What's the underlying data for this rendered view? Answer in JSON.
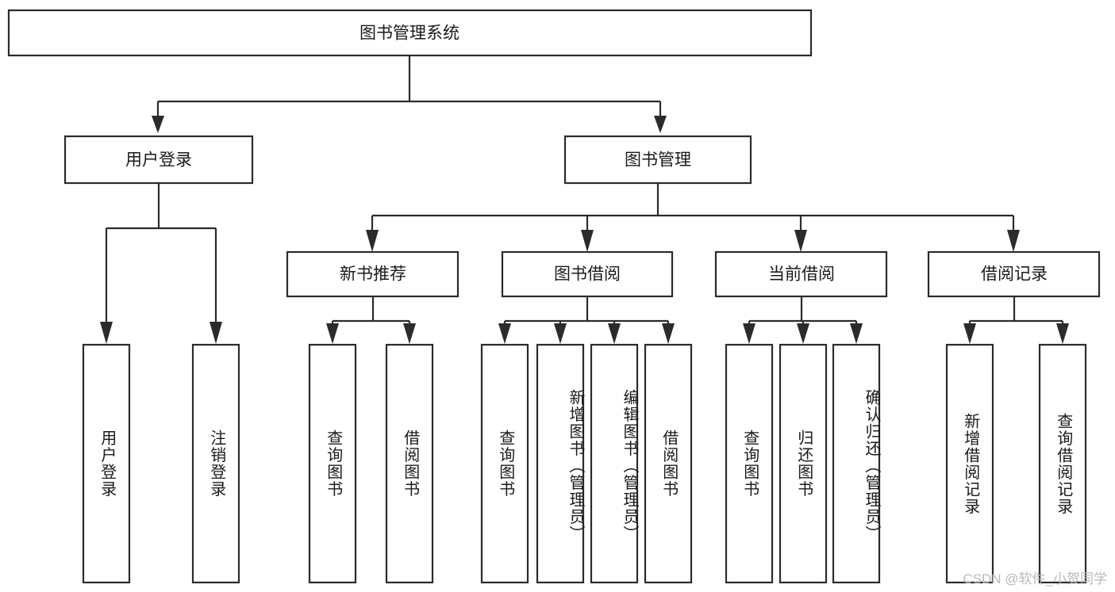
{
  "diagram": {
    "type": "tree-hierarchy",
    "title": "图书管理系统",
    "watermark": "CSDN @软件_小贺同学",
    "colors": {
      "box_stroke": "#2b2b2b",
      "box_fill": "#ffffff",
      "connector": "#2b2b2b",
      "text": "#1a1a1a",
      "watermark": "#b9b9b9",
      "background": "#ffffff"
    },
    "levels": {
      "root": {
        "label": "图书管理系统"
      },
      "level1": [
        {
          "id": "user-login",
          "label": "用户登录"
        },
        {
          "id": "book-management",
          "label": "图书管理"
        }
      ],
      "level2": [
        {
          "id": "new-book-recommend",
          "label": "新书推荐",
          "parent": "book-management"
        },
        {
          "id": "book-borrow",
          "label": "图书借阅",
          "parent": "book-management"
        },
        {
          "id": "current-borrow",
          "label": "当前借阅",
          "parent": "book-management"
        },
        {
          "id": "borrow-record",
          "label": "借阅记录",
          "parent": "book-management"
        }
      ],
      "leaves": [
        {
          "id": "leaf-user-login",
          "label": "用户登录",
          "parent": "user-login"
        },
        {
          "id": "leaf-logout-login",
          "label": "注销登录",
          "parent": "user-login"
        },
        {
          "id": "leaf-query-book-1",
          "label": "查询图书",
          "parent": "new-book-recommend"
        },
        {
          "id": "leaf-borrow-book-1",
          "label": "借阅图书",
          "parent": "new-book-recommend"
        },
        {
          "id": "leaf-query-book-2",
          "label": "查询图书",
          "parent": "book-borrow"
        },
        {
          "id": "leaf-add-book",
          "label": "新增图书（管理员）",
          "parent": "book-borrow"
        },
        {
          "id": "leaf-edit-book",
          "label": "编辑图书（管理员）",
          "parent": "book-borrow"
        },
        {
          "id": "leaf-borrow-book-2",
          "label": "借阅图书",
          "parent": "book-borrow"
        },
        {
          "id": "leaf-query-book-3",
          "label": "查询图书",
          "parent": "current-borrow"
        },
        {
          "id": "leaf-return-book",
          "label": "归还图书",
          "parent": "current-borrow"
        },
        {
          "id": "leaf-confirm-return",
          "label": "确认归还（管理员）",
          "parent": "current-borrow"
        },
        {
          "id": "leaf-add-record",
          "label": "新增借阅记录",
          "parent": "borrow-record"
        },
        {
          "id": "leaf-query-record",
          "label": "查询借阅记录",
          "parent": "borrow-record"
        }
      ]
    }
  }
}
